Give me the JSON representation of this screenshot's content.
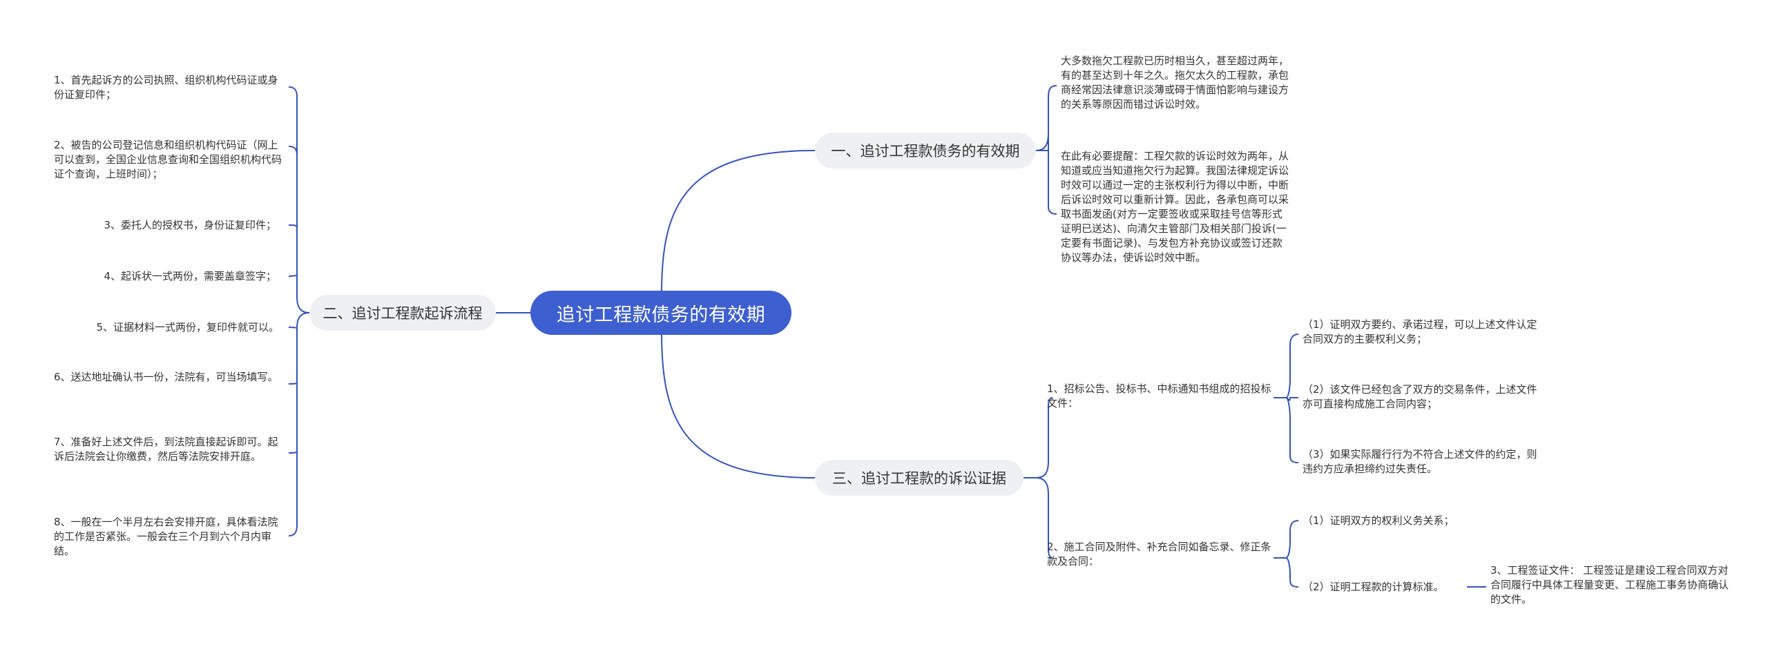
{
  "root": {
    "label": "追讨工程款债务的有效期"
  },
  "branches": {
    "b1": {
      "label": "一、追讨工程款债务的有效期",
      "leaves": [
        "大多数拖欠工程款已历时相当久，甚至超过两年，有的甚至达到十年之久。拖欠太久的工程款，承包商经常因法律意识淡薄或碍于情面怕影响与建设方的关系等原因而错过诉讼时效。",
        "在此有必要提醒：工程欠款的诉讼时效为两年，从知道或应当知道拖欠行为起算。我国法律规定诉讼时效可以通过一定的主张权利行为得以中断，中断后诉讼时效可以重新计算。因此，各承包商可以采取书面发函(对方一定要签收或采取挂号信等形式证明已送达)、向清欠主管部门及相关部门投诉(一定要有书面记录)、与发包方补充协议或签订还款协议等办法，使诉讼时效中断。"
      ]
    },
    "b2": {
      "label": "二、追讨工程款起诉流程",
      "leaves": [
        "1、首先起诉方的公司执照、组织机构代码证或身份证复印件；",
        "2、被告的公司登记信息和组织机构代码证（网上可以查到，全国企业信息查询和全国组织机构代码证个查询，上班时间）；",
        "3、委托人的授权书，身份证复印件；",
        "4、起诉状一式两份，需要盖章签字；",
        "5、证据材料一式两份，复印件就可以。",
        "6、送达地址确认书一份，法院有，可当场填写。",
        "7、准备好上述文件后，到法院直接起诉即可。起诉后法院会让你缴费，然后等法院安排开庭。",
        "8、一般在一个半月左右会安排开庭，具体看法院的工作是否紧张。一般会在三个月到六个月内审结。"
      ]
    },
    "b3": {
      "label": "三、追讨工程款的诉讼证据",
      "sub1": {
        "label": "1、招标公告、投标书、中标通知书组成的招投标文件：",
        "leaves": [
          "（1）证明双方要约、承诺过程，可以上述文件认定合同双方的主要权利义务；",
          "（2）该文件已经包含了双方的交易条件，上述文件亦可直接构成施工合同内容；",
          "（3）如果实际履行行为不符合上述文件的约定，则违约方应承担缔约过失责任。"
        ]
      },
      "sub2": {
        "label": "2、施工合同及附件、补充合同如备忘录、修正条款及合同：",
        "leaves": [
          "（1）证明双方的权利义务关系；",
          "（2）证明工程款的计算标准。"
        ],
        "extra": "3、工程签证文件： 工程签证是建设工程合同双方对合同履行中具体工程量变更、工程施工事务协商确认的文件。"
      }
    }
  },
  "colors": {
    "root_bg": "#3e5fcf",
    "branch_bg": "#eef0f4",
    "line": "#3552b8"
  }
}
